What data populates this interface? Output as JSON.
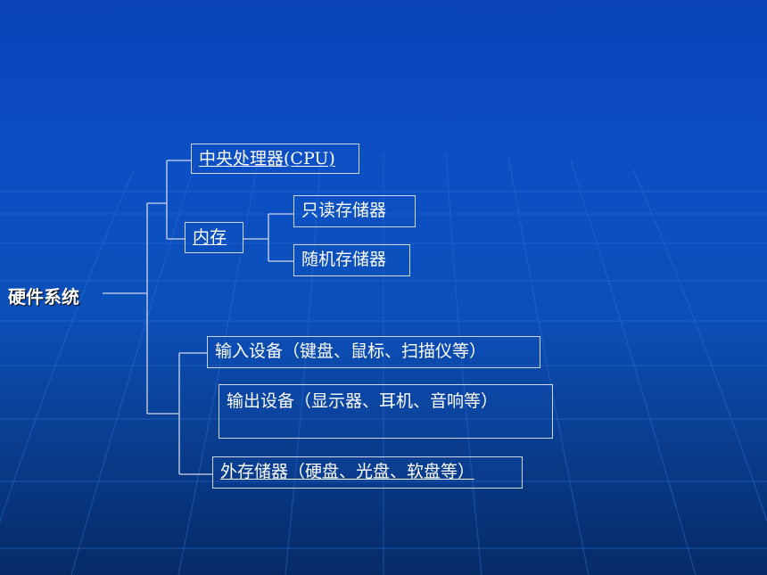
{
  "root": "硬件系统",
  "nodes": {
    "cpu": "中央处理器(CPU)",
    "memory": "内存",
    "rom": "只读存储器",
    "ram": "随机存储器",
    "input": "输入设备（键盘、鼠标、扫描仪等）",
    "output": "输出设备（显示器、耳机、音响等）",
    "external": "外存储器（硬盘、光盘、软盘等）"
  },
  "colors": {
    "background_top": "#0a43b8",
    "background_bottom": "#062a66",
    "line": "#d0d8ea",
    "text": "#ffffff"
  }
}
